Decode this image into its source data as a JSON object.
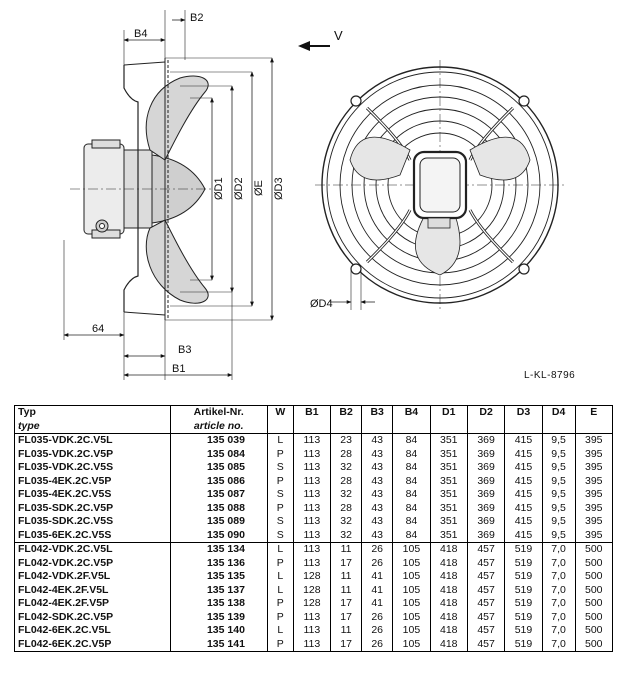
{
  "drawing": {
    "labels": {
      "b2": "B2",
      "b4": "B4",
      "v": "V",
      "d1": "ØD1",
      "d2": "ØD2",
      "e": "ØE",
      "d3": "ØD3",
      "d4": "ØD4",
      "dim64": "64",
      "b3": "B3",
      "b1": "B1"
    },
    "code": "L-KL-8796"
  },
  "table": {
    "headers": [
      "Typ",
      "Artikel-Nr.",
      "W",
      "B1",
      "B2",
      "B3",
      "B4",
      "D1",
      "D2",
      "D3",
      "D4",
      "E"
    ],
    "subheaders": [
      "type",
      "article no."
    ],
    "groups": [
      [
        [
          "FL035-VDK.2C.V5L",
          "135 039",
          "L",
          "113",
          "23",
          "43",
          "84",
          "351",
          "369",
          "415",
          "9,5",
          "395"
        ],
        [
          "FL035-VDK.2C.V5P",
          "135 084",
          "P",
          "113",
          "28",
          "43",
          "84",
          "351",
          "369",
          "415",
          "9,5",
          "395"
        ],
        [
          "FL035-VDK.2C.V5S",
          "135 085",
          "S",
          "113",
          "32",
          "43",
          "84",
          "351",
          "369",
          "415",
          "9,5",
          "395"
        ],
        [
          "FL035-4EK.2C.V5P",
          "135 086",
          "P",
          "113",
          "28",
          "43",
          "84",
          "351",
          "369",
          "415",
          "9,5",
          "395"
        ],
        [
          "FL035-4EK.2C.V5S",
          "135 087",
          "S",
          "113",
          "32",
          "43",
          "84",
          "351",
          "369",
          "415",
          "9,5",
          "395"
        ],
        [
          "FL035-SDK.2C.V5P",
          "135 088",
          "P",
          "113",
          "28",
          "43",
          "84",
          "351",
          "369",
          "415",
          "9,5",
          "395"
        ],
        [
          "FL035-SDK.2C.V5S",
          "135 089",
          "S",
          "113",
          "32",
          "43",
          "84",
          "351",
          "369",
          "415",
          "9,5",
          "395"
        ],
        [
          "FL035-6EK.2C.V5S",
          "135 090",
          "S",
          "113",
          "32",
          "43",
          "84",
          "351",
          "369",
          "415",
          "9,5",
          "395"
        ]
      ],
      [
        [
          "FL042-VDK.2C.V5L",
          "135 134",
          "L",
          "113",
          "11",
          "26",
          "105",
          "418",
          "457",
          "519",
          "7,0",
          "500"
        ],
        [
          "FL042-VDK.2C.V5P",
          "135 136",
          "P",
          "113",
          "17",
          "26",
          "105",
          "418",
          "457",
          "519",
          "7,0",
          "500"
        ],
        [
          "FL042-VDK.2F.V5L",
          "135 135",
          "L",
          "128",
          "11",
          "41",
          "105",
          "418",
          "457",
          "519",
          "7,0",
          "500"
        ],
        [
          "FL042-4EK.2F.V5L",
          "135 137",
          "L",
          "128",
          "11",
          "41",
          "105",
          "418",
          "457",
          "519",
          "7,0",
          "500"
        ],
        [
          "FL042-4EK.2F.V5P",
          "135 138",
          "P",
          "128",
          "17",
          "41",
          "105",
          "418",
          "457",
          "519",
          "7,0",
          "500"
        ],
        [
          "FL042-SDK.2C.V5P",
          "135 139",
          "P",
          "113",
          "17",
          "26",
          "105",
          "418",
          "457",
          "519",
          "7,0",
          "500"
        ],
        [
          "FL042-6EK.2C.V5L",
          "135 140",
          "L",
          "113",
          "11",
          "26",
          "105",
          "418",
          "457",
          "519",
          "7,0",
          "500"
        ],
        [
          "FL042-6EK.2C.V5P",
          "135 141",
          "P",
          "113",
          "17",
          "26",
          "105",
          "418",
          "457",
          "519",
          "7,0",
          "500"
        ]
      ]
    ]
  }
}
